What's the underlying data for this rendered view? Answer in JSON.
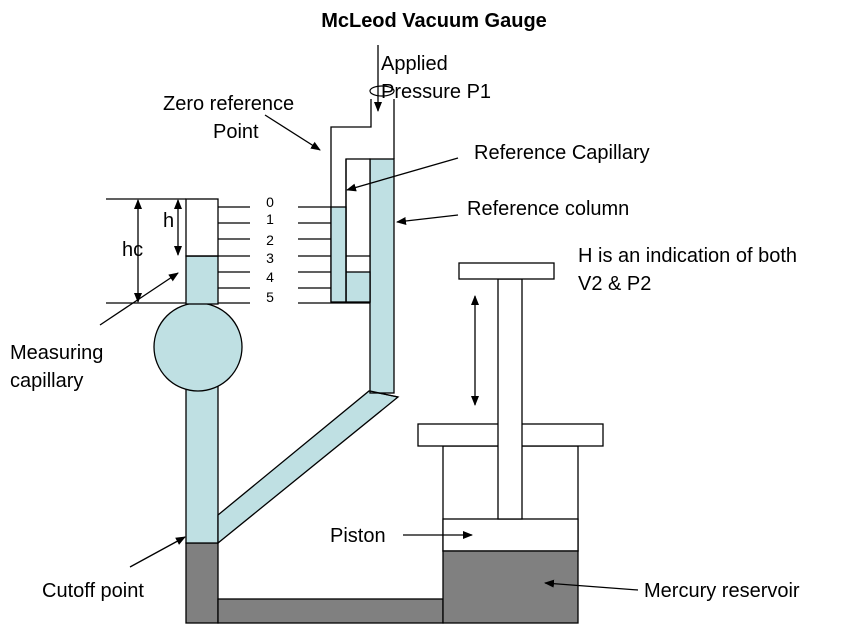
{
  "title": "McLeod Vacuum Gauge",
  "labels": {
    "applied_pressure_line1": "Applied",
    "applied_pressure_line2": "Pressure P1",
    "zero_reference_line1": "Zero reference",
    "zero_reference_line2": "Point",
    "reference_capillary": "Reference Capillary",
    "reference_column": "Reference column",
    "h_indication_line1": "H is an indication of both",
    "h_indication_line2": "V2 & P2",
    "h": "h",
    "hc": "hc",
    "measuring_capillary_line1": "Measuring",
    "measuring_capillary_line2": "capillary",
    "cutoff_point": "Cutoff point",
    "piston": "Piston",
    "mercury_reservoir": "Mercury reservoir"
  },
  "scale_ticks": [
    "0",
    "1",
    "2",
    "3",
    "4",
    "5"
  ],
  "colors": {
    "glass_fluid": "#bfe0e3",
    "mercury": "#808080"
  }
}
